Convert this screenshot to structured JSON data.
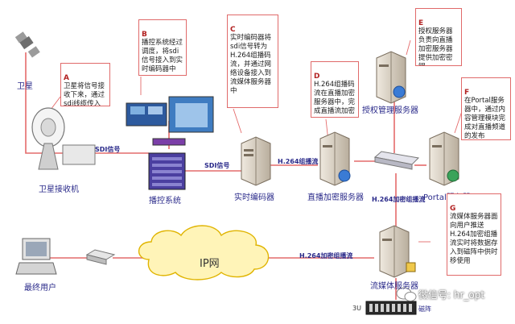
{
  "labels": {
    "satellite": "卫星",
    "satellite_receiver": "卫星接收机",
    "broadcast_control": "播控系统",
    "realtime_encoder": "实时编码器",
    "live_encrypt_server": "直播加密服务器",
    "auth_server": "授权管理服务器",
    "portal_server": "Portal服务器",
    "streaming_server": "流媒体服务器",
    "end_user": "最终用户",
    "ip_network": "IP网",
    "disk_array": "磁阵",
    "rack_unit": "3U"
  },
  "flows": {
    "sdi_1": "SDI信号",
    "sdi_2": "SDI信号",
    "h264_group": "H.264组播流",
    "h264_encrypted_group": "H.264加密组播流",
    "h264_encrypted_group_2": "H.264加密组播流"
  },
  "notes": [
    {
      "id": "A",
      "text": "卫星将信号接收下来，通过sdi线缆传入播控系统"
    },
    {
      "id": "B",
      "text": "播控系统经过调度，将sdi信号接入到实时编码器中"
    },
    {
      "id": "C",
      "text": "实时编码器将sdi信号转为H.264组播码流，并通过网络设备接入到流媒体服务器中"
    },
    {
      "id": "D",
      "text": "H.264组播码流在直播加密服务器中，完成直播流加密"
    },
    {
      "id": "E",
      "text": "授权服务器负责向直播加密服务器提供加密密钥"
    },
    {
      "id": "F",
      "text": "在Portal服务器中，通过内容管理模块完成对直播频道的发布"
    },
    {
      "id": "G",
      "text": "流媒体服务器面向用户推送H.264加密组播流实时将数据存入到磁阵中供时移使用"
    }
  ],
  "watermark": "微信号: hr_opt",
  "colors": {
    "link": "#e46b6b",
    "note_border": "#e06a6a",
    "note_letter": "#b22222",
    "label_text": "#2a2a8a",
    "cloud_fill": "#fff4b8",
    "cloud_stroke": "#e0b400",
    "server_fill": "#d8cfc0"
  }
}
